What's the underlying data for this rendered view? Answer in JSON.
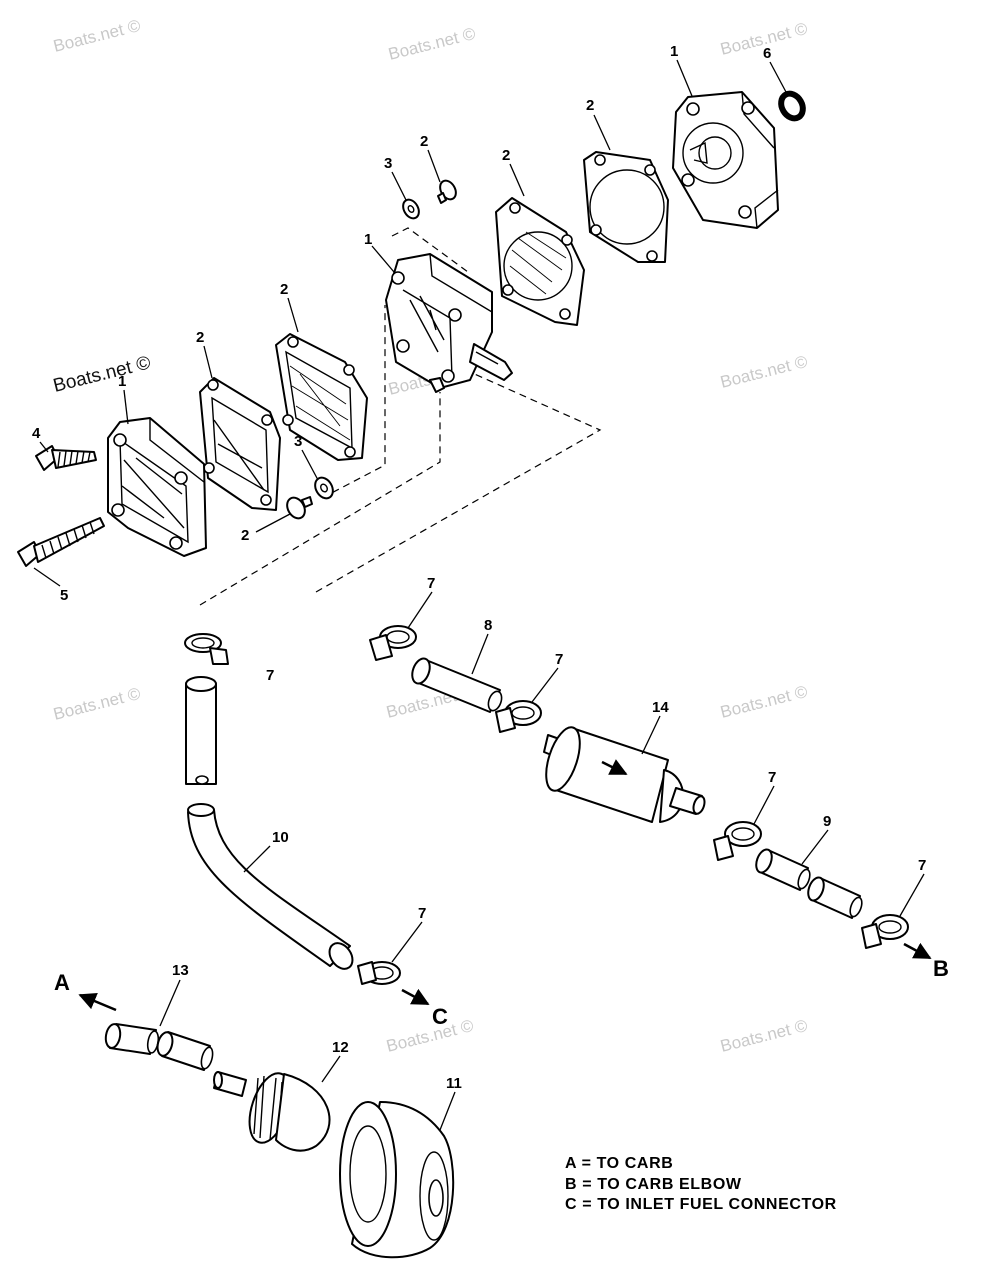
{
  "watermarks": [
    {
      "text": "Boats.net ©"
    },
    {
      "text": "Boats.net ©"
    },
    {
      "text": "Boats.net ©"
    },
    {
      "text": "Boats.net ©"
    },
    {
      "text": "Boats.net ©"
    },
    {
      "text": "Boats.net ©"
    },
    {
      "text": "Boats.net ©"
    },
    {
      "text": "Boats.net ©"
    },
    {
      "text": "Boats.net ©"
    },
    {
      "text": "Boats.net ©"
    },
    {
      "text": "Boats.net ©"
    }
  ],
  "callouts": [
    "1",
    "6",
    "2",
    "2",
    "3",
    "2",
    "1",
    "2",
    "2",
    "1",
    "4",
    "3",
    "2",
    "5",
    "7",
    "8",
    "7",
    "7",
    "14",
    "7",
    "9",
    "10",
    "7",
    "7",
    "13",
    "12",
    "11"
  ],
  "flow_labels": {
    "a": "A",
    "b": "B",
    "c": "C"
  },
  "legend": [
    "A = TO CARB",
    "B = TO CARB ELBOW",
    "C = TO INLET FUEL CONNECTOR"
  ]
}
